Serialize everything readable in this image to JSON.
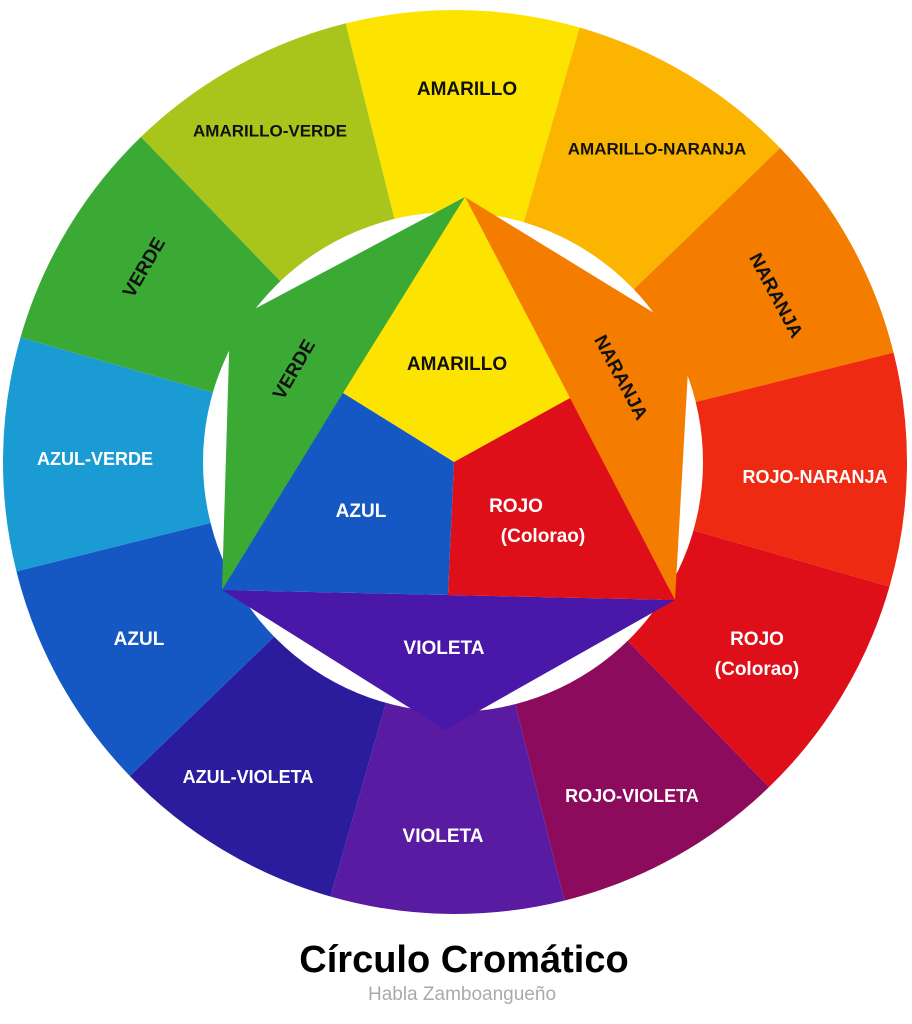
{
  "outer_ring": [
    {
      "label": "AMARILLO",
      "color": "#fde300"
    },
    {
      "label": "AMARILLO-NARANJA",
      "color": "#fbb500"
    },
    {
      "label": "NARANJA",
      "color": "#f47d00"
    },
    {
      "label": "ROJO-NARANJA",
      "color": "#ee2a12"
    },
    {
      "label": "ROJO",
      "sublabel": "(Colorao)",
      "color": "#df0f1a"
    },
    {
      "label": "ROJO-VIOLETA",
      "color": "#8c0b5c"
    },
    {
      "label": "VIOLETA",
      "color": "#5a1ba3"
    },
    {
      "label": "AZUL-VIOLETA",
      "color": "#2b1c9e"
    },
    {
      "label": "AZUL",
      "color": "#1558c4"
    },
    {
      "label": "AZUL-VERDE",
      "color": "#1a9bd4"
    },
    {
      "label": "VERDE",
      "color": "#3aaa35"
    },
    {
      "label": "AMARILLO-VERDE",
      "color": "#a9c41b"
    }
  ],
  "inner": {
    "amarillo": {
      "label": "AMARILLO",
      "color": "#fde300"
    },
    "rojo": {
      "label": "ROJO",
      "sublabel": "(Colorao)",
      "color": "#df0f1a"
    },
    "azul": {
      "label": "AZUL",
      "color": "#1558c4"
    },
    "verde": {
      "label": "VERDE",
      "color": "#3aaa35"
    },
    "naranja": {
      "label": "NARANJA",
      "color": "#f47d00"
    },
    "violeta": {
      "label": "VIOLETA",
      "color": "#4a18a8"
    }
  },
  "title": "Círculo Cromático",
  "subtitle": "Habla Zamboangueño"
}
